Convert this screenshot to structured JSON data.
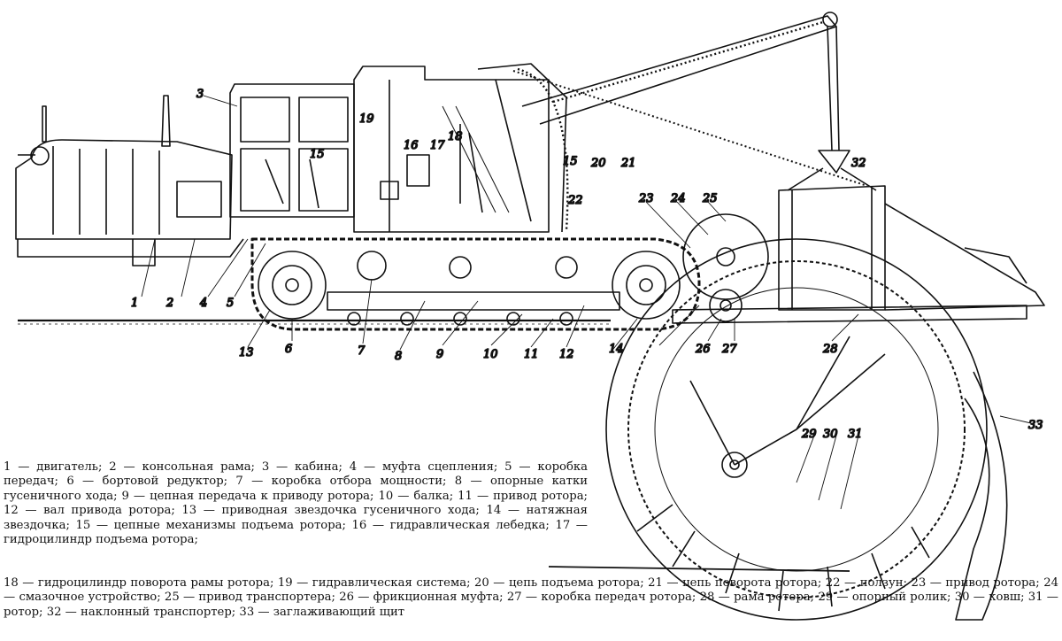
{
  "callouts": {
    "n1": "1",
    "n2": "2",
    "n3": "3",
    "n4": "4",
    "n5": "5",
    "n6": "6",
    "n7": "7",
    "n8": "8",
    "n9": "9",
    "n10": "10",
    "n11": "11",
    "n12": "12",
    "n13": "13",
    "n14": "14",
    "n15a": "15",
    "n15b": "15",
    "n16": "16",
    "n17": "17",
    "n18": "18",
    "n19": "19",
    "n20": "20",
    "n21": "21",
    "n22": "22",
    "n23": "23",
    "n24": "24",
    "n25": "25",
    "n26": "26",
    "n27": "27",
    "n28": "28",
    "n29": "29",
    "n30": "30",
    "n31": "31",
    "n32": "32",
    "n33": "33"
  },
  "legend": {
    "part_left": "1 — двигатель; 2 — консольная рама; 3 — кабина; 4 — муфта сцепления; 5 — коробка передач; 6 — бортовой редуктор; 7 — коробка отбора мощности; 8 — опорные катки гусеничного хода; 9 — цепная передача к приводу ротора; 10 — балка; 11 — привод ротора; 12 — вал привода ротора; 13 — приводная звездочка гусеничного хода; 14 — натяжная звездочка; 15 — цепные механизмы подъема ротора; 16 — гидравлическая лебедка; 17 — гидроцилиндр подъема ротора;",
    "part_bottom": "18 — гидроцилиндр поворота рамы ротора; 19 — гидравлическая система; 20 — цепь подъема ротора; 21 — цепь поворота ротора; 22 — ползун; 23 — привод ротора; 24 — смазочное устройство; 25 — привод транспортера; 26 — фрикционная муфта; 27 — коробка передач ротора; 28 — рама ротора; 29 — опорный ролик; 30 — ковш; 31 — ротор; 32 — наклонный транспортер; 33 — заглаживающий щит"
  }
}
